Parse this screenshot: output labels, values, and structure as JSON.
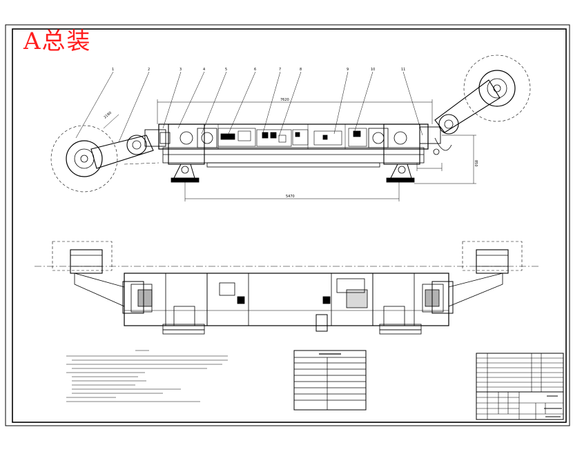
{
  "drawing": {
    "stamp_label": "A总装",
    "callouts": [
      "1",
      "2",
      "3",
      "4",
      "5",
      "6",
      "7",
      "8",
      "9",
      "10",
      "11"
    ],
    "dimensions": {
      "overall_width": "7620",
      "wheelbase": "5470",
      "height_right": "850",
      "swing": "2180"
    },
    "colors": {
      "stamp": "#ff1e1e",
      "line": "#000000",
      "background": "#ffffff"
    }
  }
}
